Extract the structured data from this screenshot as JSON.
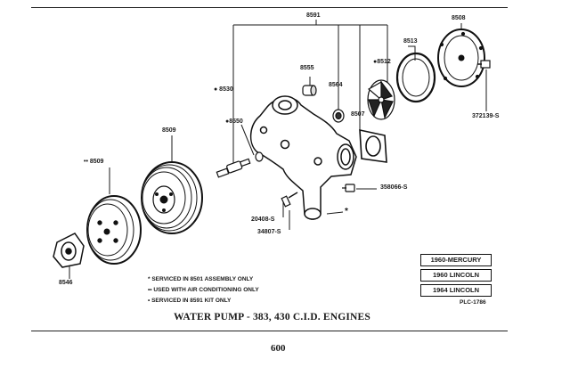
{
  "diagram": {
    "caption": "WATER PUMP - 383, 430 C.I.D. ENGINES",
    "page_number": "600",
    "plate_id": "PLC-1786",
    "applications": [
      "1960-MERCURY",
      "1960 LINCOLN",
      "1964 LINCOLN"
    ],
    "legend": [
      "* SERVICED IN 8501 ASSEMBLY ONLY",
      "•• USED WITH AIR CONDITIONING ONLY",
      "• SERVICED IN 8591 KIT ONLY"
    ],
    "part_labels": {
      "p8591": "8591",
      "p8508": "8508",
      "p8513": "8513",
      "p8512": "●8512",
      "p8555": "8555",
      "p8564": "8564",
      "p8507": "8507",
      "p8530": "● 8530",
      "p8550": "●8550",
      "p372139": "372139-S",
      "p8509a": "8509",
      "p8509b": "•• 8509",
      "p358066": "358066-S",
      "p20408": "20408-S",
      "p34807": "34807-S",
      "p8546": "8546",
      "asterisk": "*"
    }
  }
}
